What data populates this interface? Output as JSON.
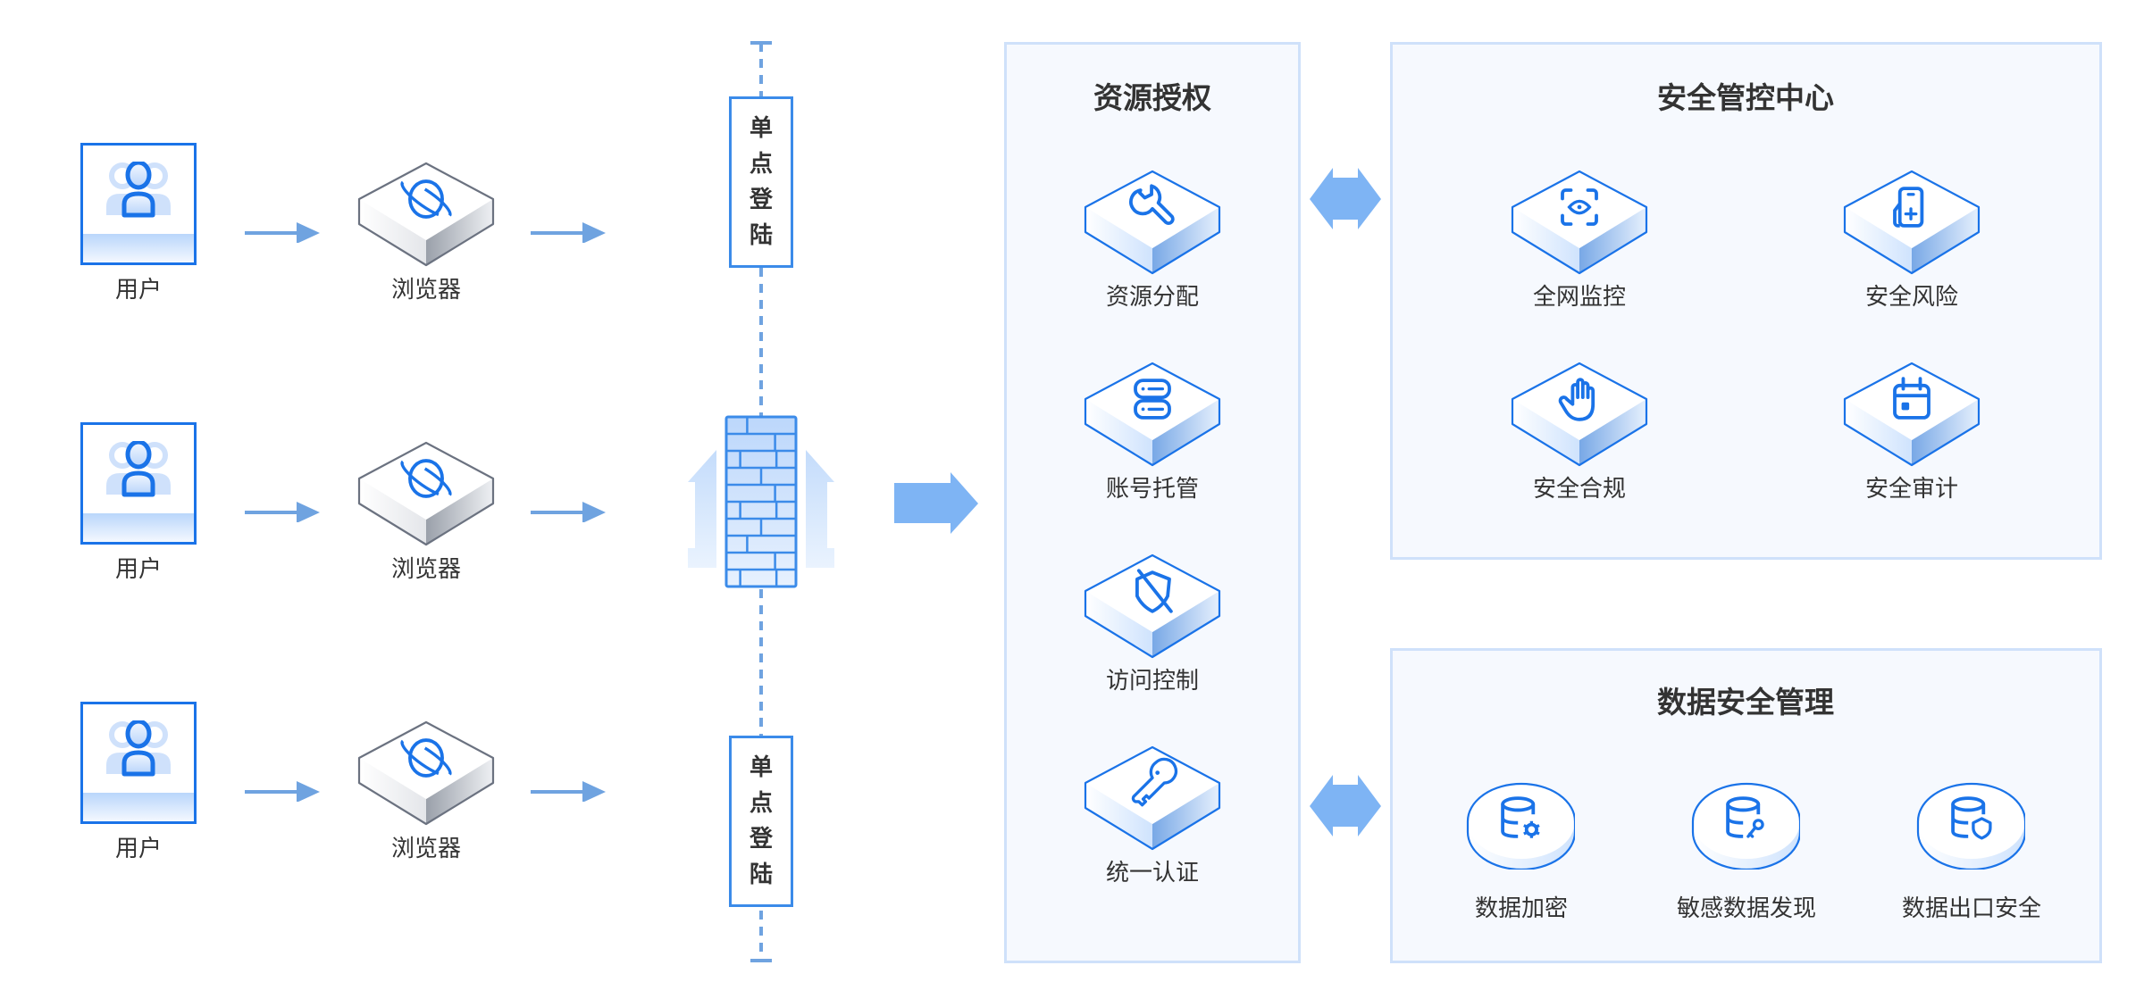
{
  "colors": {
    "primary_blue": "#1a73e8",
    "arrow_blue": "#6fa3e0",
    "panel_background": "#f6f9fe",
    "panel_border": "#cfe1fa",
    "text_dark": "#333333"
  },
  "clients": [
    {
      "user_label": "用户",
      "user_icon": "users-icon",
      "browser_label": "浏览器",
      "browser_icon": "planet-icon"
    },
    {
      "user_label": "用户",
      "user_icon": "users-icon",
      "browser_label": "浏览器",
      "browser_icon": "planet-icon"
    },
    {
      "user_label": "用户",
      "user_icon": "users-icon",
      "browser_label": "浏览器",
      "browser_icon": "planet-icon"
    }
  ],
  "gateway": {
    "sso_top": [
      "单",
      "点",
      "登",
      "陆"
    ],
    "sso_bottom": [
      "单",
      "点",
      "登",
      "陆"
    ],
    "firewall_icon": "firewall-icon"
  },
  "resource_panel": {
    "title": "资源授权",
    "items": [
      {
        "label": "资源分配",
        "icon": "wrench-icon"
      },
      {
        "label": "账号托管",
        "icon": "server-icon"
      },
      {
        "label": "访问控制",
        "icon": "shield-off-icon"
      },
      {
        "label": "统一认证",
        "icon": "key-icon"
      }
    ]
  },
  "security_panel": {
    "title": "安全管控中心",
    "items": [
      {
        "label": "全网监控",
        "icon": "eye-scan-icon"
      },
      {
        "label": "安全风险",
        "icon": "medical-bag-icon"
      },
      {
        "label": "安全合规",
        "icon": "hand-stop-icon"
      },
      {
        "label": "安全审计",
        "icon": "calendar-icon"
      }
    ]
  },
  "data_panel": {
    "title": "数据安全管理",
    "items": [
      {
        "label": "数据加密",
        "icon": "database-gear-icon"
      },
      {
        "label": "敏感数据发现",
        "icon": "database-key-icon"
      },
      {
        "label": "数据出口安全",
        "icon": "database-shield-icon"
      }
    ]
  }
}
